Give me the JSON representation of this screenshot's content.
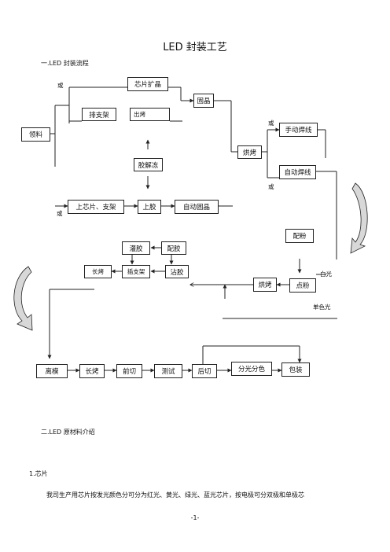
{
  "doc": {
    "title": "LED 封装工艺",
    "section1": "一.LED 封装流程",
    "section2": "二.LED 原材料介绍",
    "sub1": "1.芯片",
    "para1": "我司生产用芯片按发光颜色分可分为红光、黄光、绿光、蓝光芯片，按电极可分双极和单极芯",
    "page_num": "-1-"
  },
  "flow": {
    "or_label": "或",
    "start": "领料",
    "chip_expand": "芯片扩晶",
    "rack": "排支架",
    "bake_out": "出烤",
    "die_bond": "固晶",
    "glue_thaw": "胶解冻",
    "load_chip_rack": "上芯片、支架",
    "glue_up": "上胶",
    "auto_die_bond": "自动固晶",
    "bake": "烘烤",
    "manual_wire": "手动焊线",
    "auto_wire": "自动焊线",
    "mix_powder": "配粉",
    "fill_glue": "灌胶",
    "mix_glue": "配胶",
    "long_bake": "长烤",
    "insert_rack": "插支架",
    "dip_glue": "沾胶",
    "bake2": "烘烤",
    "dot_powder": "点粉",
    "white_light": "白光",
    "mono_light": "单色光",
    "demold": "离模",
    "long_bake2": "长烤",
    "front_cut": "前切",
    "test": "测试",
    "back_cut": "后切",
    "sort": "分光分色",
    "pack": "包装"
  }
}
